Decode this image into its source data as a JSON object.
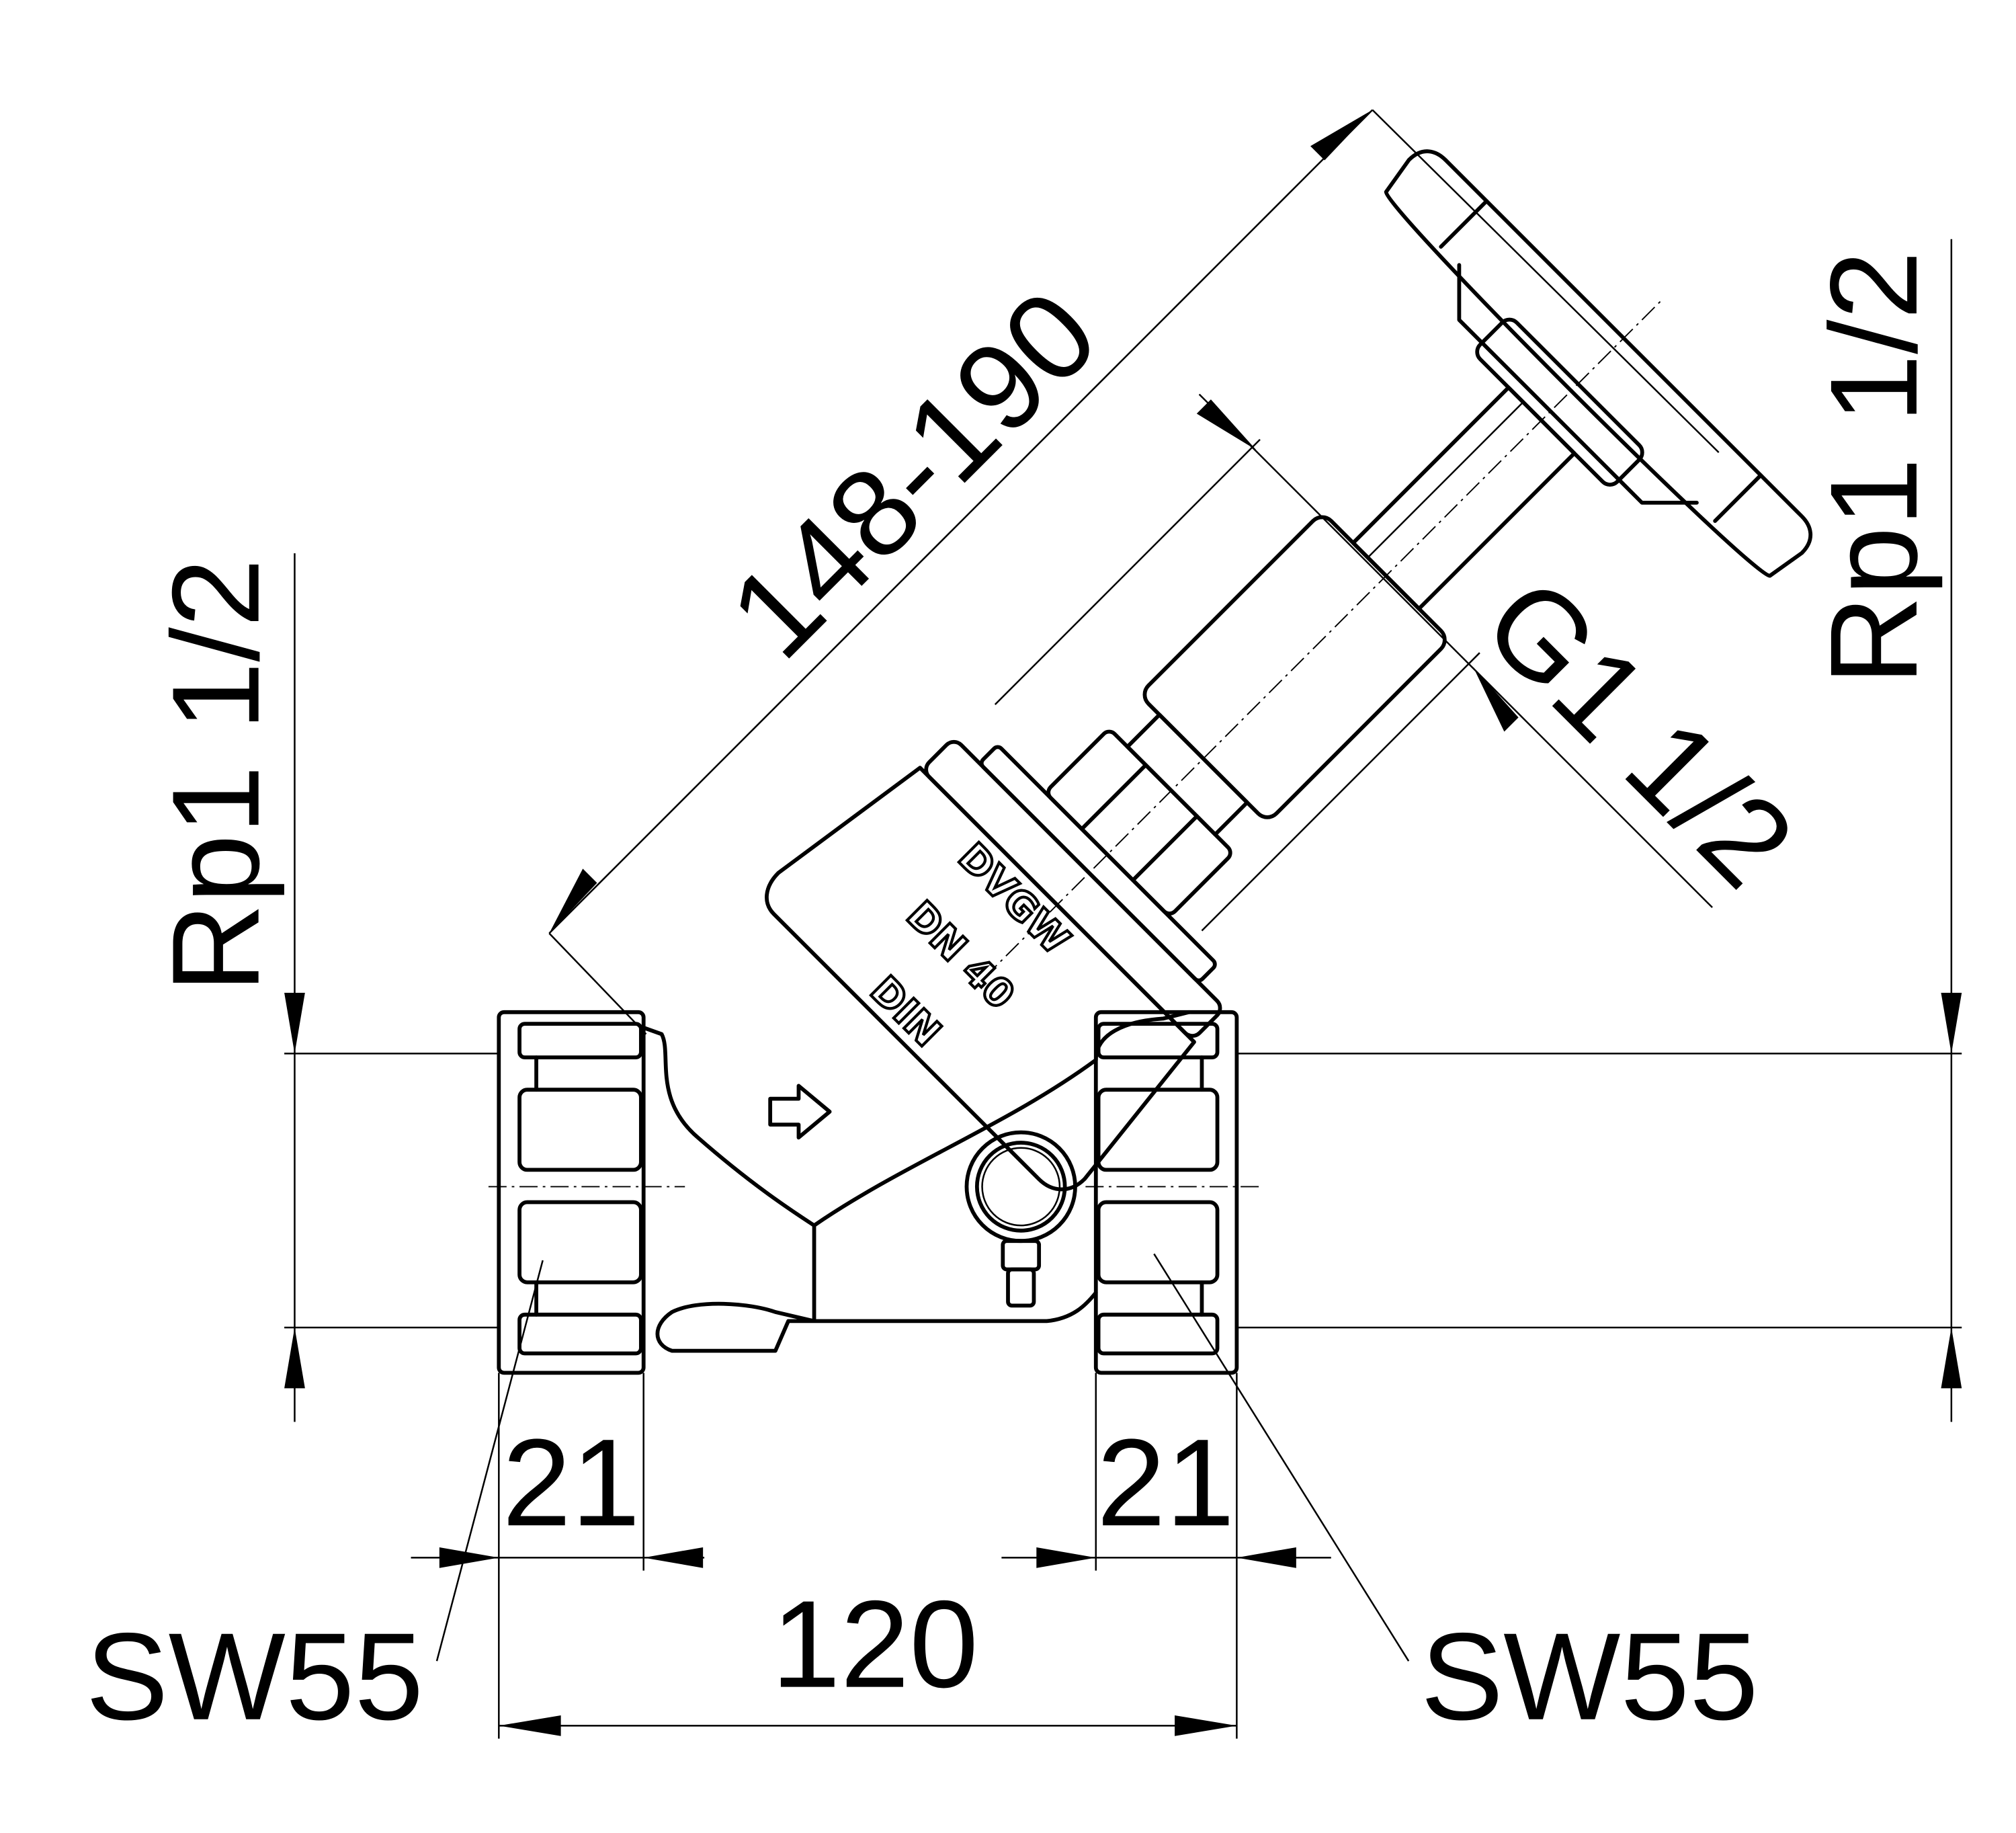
{
  "drawing": {
    "dimensions": {
      "length_adjust": "148-190",
      "bonnet_thread": "G1 1/2",
      "left_thread": "Rp1 1/2",
      "right_thread": "Rp1 1/2",
      "left_nut_width": "21",
      "right_nut_width": "21",
      "overall_length": "120",
      "left_wrench_size": "SW55",
      "right_wrench_size": "SW55"
    },
    "body_markings": [
      "DVGW",
      "DN 40",
      "DIN"
    ],
    "colors": {
      "line": "#000000",
      "background": "#ffffff"
    }
  }
}
